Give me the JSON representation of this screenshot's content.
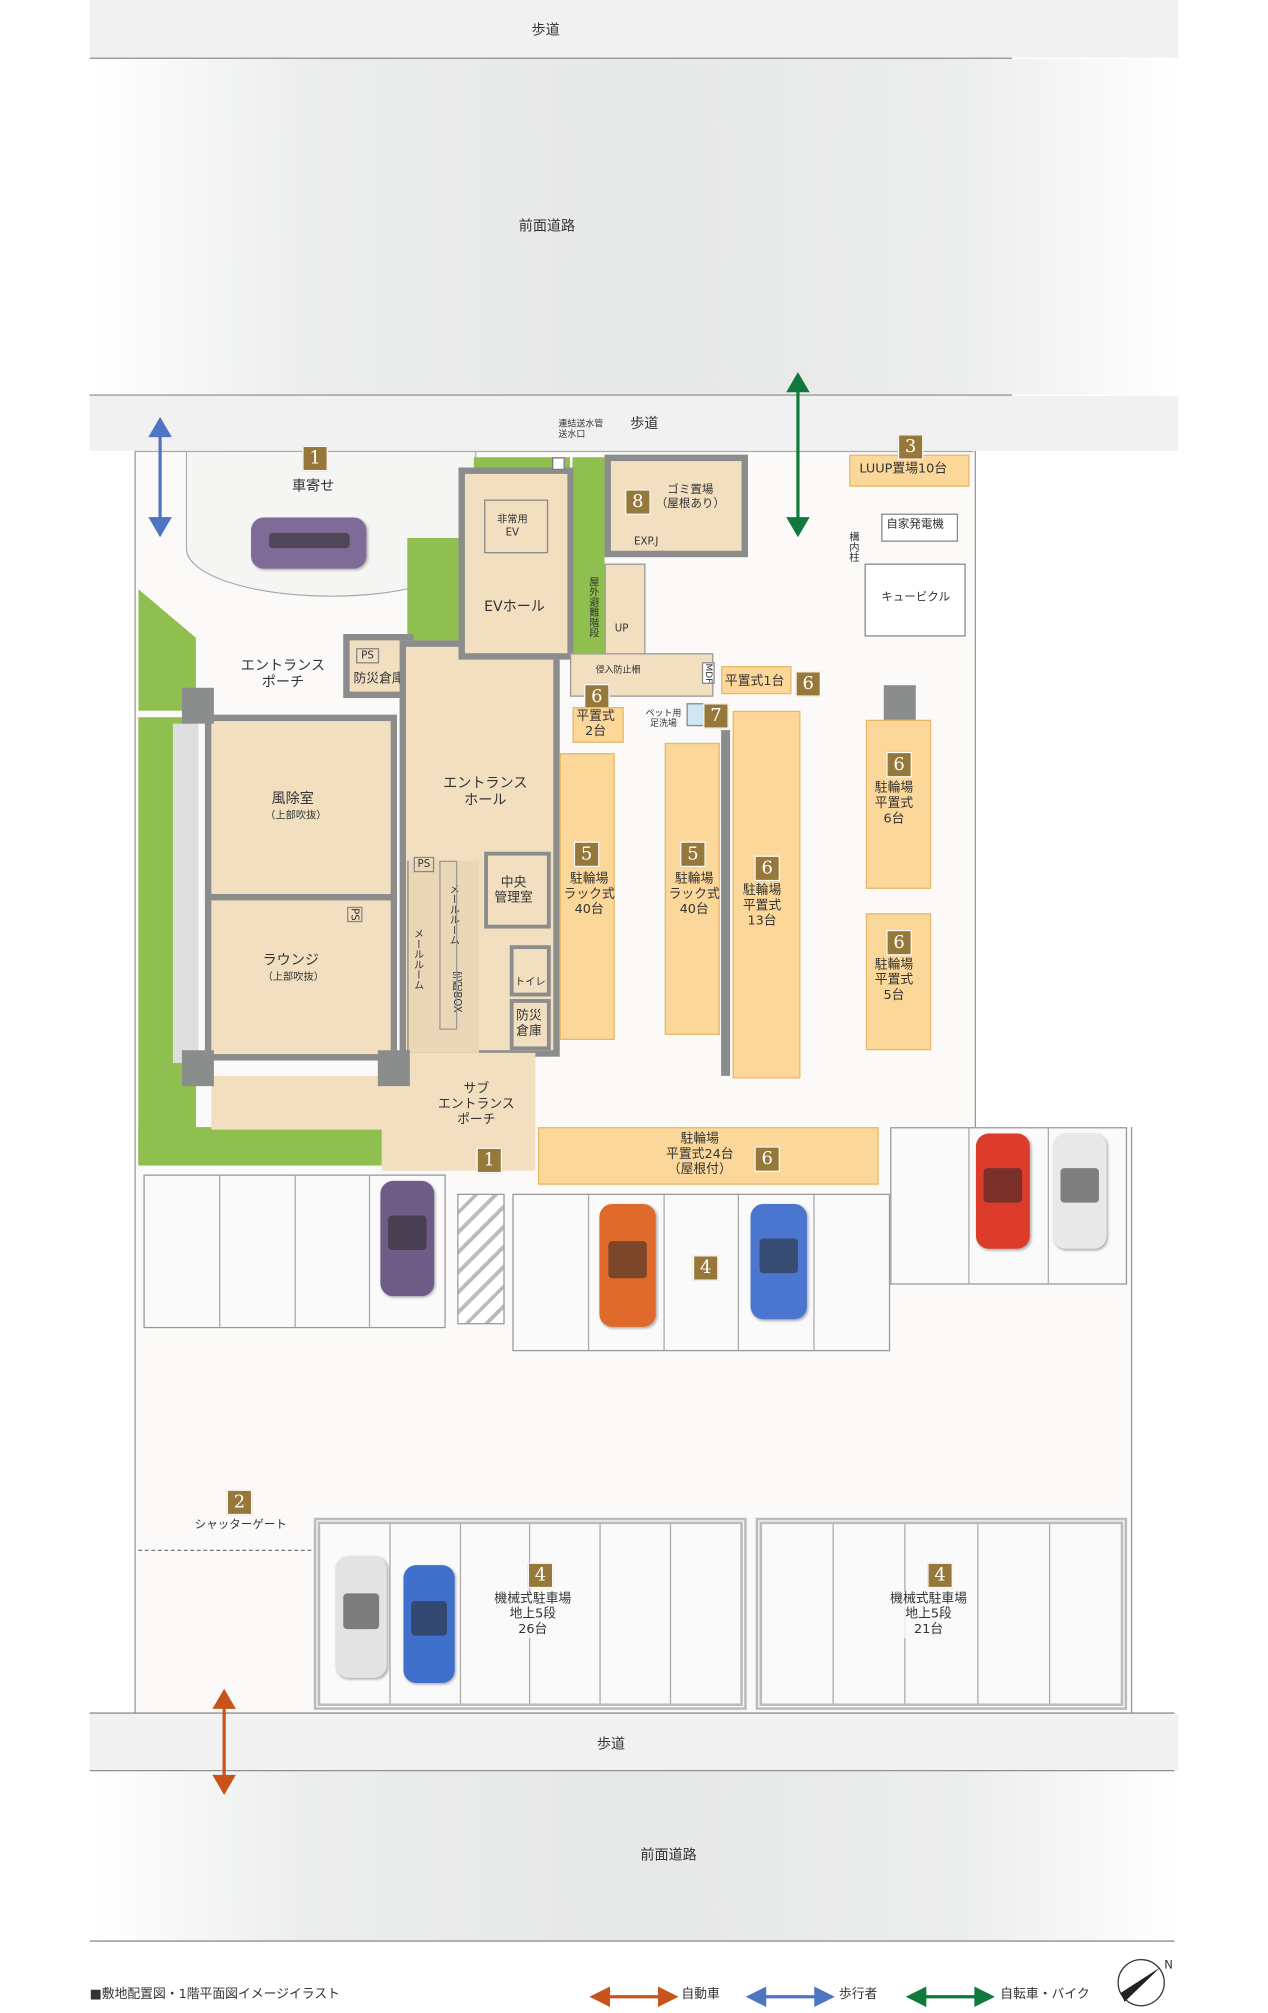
{
  "roads": {
    "top_sidewalk": "歩道",
    "top_road": "前面道路",
    "mid_sidewalk": "歩道",
    "bottom_sidewalk": "歩道",
    "bottom_road": "前面道路"
  },
  "annotations": {
    "water_inlet": "連結送水管\n送水口",
    "pillar": "構内柱",
    "mdf": "MDF",
    "pet_wash": "ペット用\n足洗場",
    "intrusion_fence": "侵入防止柵",
    "exp_j": "EXP.J",
    "up": "UP"
  },
  "rooms": {
    "drop_off": "車寄せ",
    "entrance_porch": "エントランス\nポーチ",
    "emergency_ev": "非常用\nEV",
    "ev_hall": "EVホール",
    "ps1": "PS",
    "ps2": "PS",
    "ps3": "PS",
    "disaster_storage": "防災倉庫",
    "windbreak": "風除室",
    "windbreak_sub": "（上部吹抜）",
    "entrance_hall": "エントランス\nホール",
    "lounge": "ラウンジ",
    "lounge_sub": "（上部吹抜）",
    "mail_room": "メールルーム",
    "delivery_box": "宅配BOX",
    "management": "中央\n管理室",
    "toilet": "トイレ",
    "disaster_storage2": "防災\n倉庫",
    "sub_entrance": "サブ\nエントランス\nポーチ",
    "garbage": "ゴミ置場\n（屋根あり）",
    "outdoor_stairs": "屋外避難階段",
    "generator": "自家発電機",
    "cubicle": "キュービクル",
    "luup": "LUUP置場10台",
    "shutter_gate": "シャッターゲート"
  },
  "bike": {
    "flat1": "平置式1台",
    "flat2": "平置式\n2台",
    "rack40a": "駐輪場\nラック式\n40台",
    "rack40b": "駐輪場\nラック式\n40台",
    "flat13": "駐輪場\n平置式\n13台",
    "flat6": "駐輪場\n平置式\n6台",
    "flat5": "駐輪場\n平置式\n5台",
    "flat24": "駐輪場\n平置式24台\n（屋根付）"
  },
  "parking": {
    "mech26": "機械式駐車場\n地上5段\n26台",
    "mech21": "機械式駐車場\n地上5段\n21台"
  },
  "badges": {
    "b1a": "1",
    "b1b": "1",
    "b2": "2",
    "b3": "3",
    "b4a": "4",
    "b4b": "4",
    "b4c": "4",
    "b5a": "5",
    "b5b": "5",
    "b6a": "6",
    "b6b": "6",
    "b6c": "6",
    "b6d": "6",
    "b6e": "6",
    "b6f": "6",
    "b7": "7",
    "b8": "8"
  },
  "footer": {
    "caption": "■敷地配置図・1階平面図イメージイラスト",
    "legend_car": "自動車",
    "legend_ped": "歩行者",
    "legend_bike": "自転車・バイク",
    "north": "N"
  },
  "colors": {
    "car": "#c8541c",
    "pedestrian": "#4f74c2",
    "bike": "#0f7a3c",
    "badge": "#96793a"
  }
}
